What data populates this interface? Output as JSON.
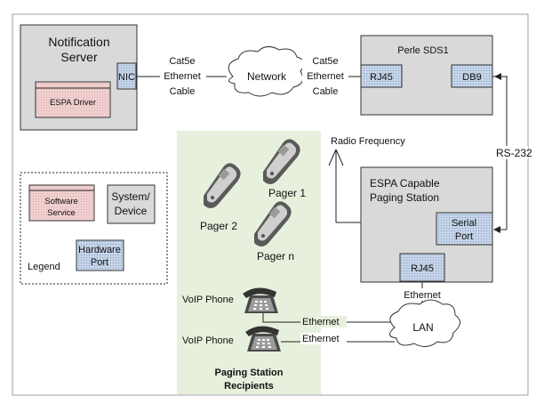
{
  "colors": {
    "box_fill": "#d9d9d9",
    "software_fill": "#f2d0d0",
    "hardware_fill": "#c7d6ea",
    "recipients_fill": "#e6f0dc",
    "line": "#222222"
  },
  "notification_server": {
    "title_line1": "Notification",
    "title_line2": "Server",
    "espa_driver": "ESPA Driver",
    "nic": "NIC"
  },
  "cable_left": {
    "line1": "Cat5e",
    "line2": "Ethernet",
    "line3": "Cable"
  },
  "network": "Network",
  "cable_right": {
    "line1": "Cat5e",
    "line2": "Ethernet",
    "line3": "Cable"
  },
  "perle": {
    "title": "Perle SDS1",
    "rj45": "RJ45",
    "db9": "DB9"
  },
  "rs232": "RS-232",
  "radio_frequency": "Radio Frequency",
  "paging_station": {
    "title_line1": "ESPA Capable",
    "title_line2": "Paging Station",
    "serial_port_line1": "Serial",
    "serial_port_line2": "Port",
    "rj45": "RJ45"
  },
  "pagers": [
    "Pager 1",
    "Pager 2",
    "Pager n"
  ],
  "voip_phones": [
    "VoIP Phone",
    "VoIP Phone"
  ],
  "ethernet_labels": [
    "Ethernet",
    "Ethernet",
    "Ethernet"
  ],
  "lan": "LAN",
  "recipients": {
    "line1": "Paging Station",
    "line2": "Recipients"
  },
  "legend": {
    "title": "Legend",
    "software_line1": "Software",
    "software_line2": "Service",
    "system_line1": "System/",
    "system_line2": "Device",
    "hardware_line1": "Hardware",
    "hardware_line2": "Port"
  }
}
